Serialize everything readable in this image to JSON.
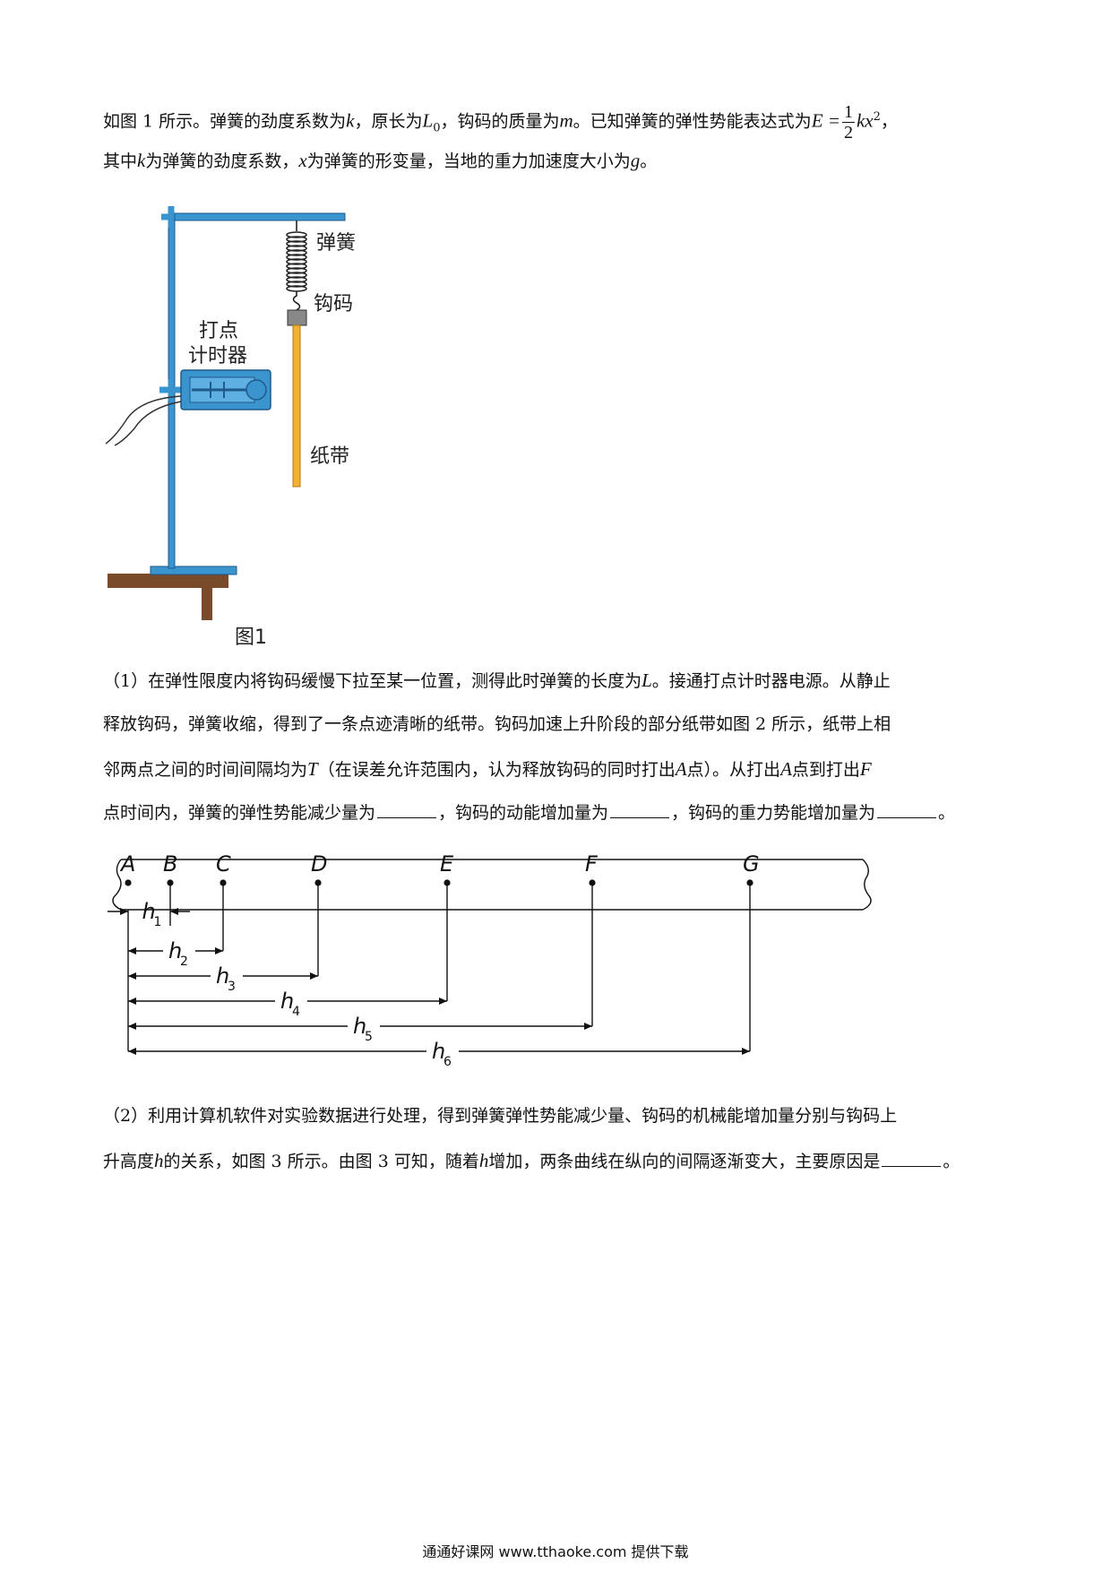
{
  "intro": {
    "l1_a": "如图 1 所示。弹簧的劲度系数为",
    "k": "k",
    "l1_b": "，原长为",
    "L0": "L",
    "L0_sub": "0",
    "l1_c": "，钩码的质量为",
    "m": "m",
    "l1_d": "。已知弹簧的弹性势能表达式为",
    "E_eq": "E =",
    "num": "1",
    "den": "2",
    "kx": "kx",
    "sq": "2",
    "l1_e": "，",
    "l2_a": "其中",
    "l2_b": "为弹簧的劲度系数，",
    "x": "x",
    "l2_c": "为弹簧的形变量，当地的重力加速度大小为",
    "g": "g",
    "l2_d": "。"
  },
  "fig1": {
    "label_spring": "弹簧",
    "label_weight": "钩码",
    "label_timer_1": "打点",
    "label_timer_2": "计时器",
    "label_tape": "纸带",
    "caption": "图1",
    "colors": {
      "blue": "#3a95cf",
      "dark_blue": "#1e5a8c",
      "tape": "#f2b233",
      "wood": "#7a4b2a"
    }
  },
  "q1": {
    "l1_a": "（1）在弹性限度内将钩码缓慢下拉至某一位置，测得此时弹簧的长度为",
    "L": "L",
    "l1_b": "。接通打点计时器电源。从静止",
    "l2": "释放钩码，弹簧收缩，得到了一条点迹清晰的纸带。钩码加速上升阶段的部分纸带如图 2 所示，纸带上相",
    "l3_a": "邻两点之间的时间间隔均为",
    "T": "T",
    "l3_b": "（在误差允许范围内，认为释放钩码的同时打出",
    "A": "A",
    "l3_c": "点）。从打出",
    "l3_d": "点到打出",
    "F": "F",
    "l4_a": "点时间内，弹簧的弹性势能减少量为",
    "l4_b": "，钩码的动能增加量为",
    "l4_c": "，钩码的重力势能增加量为",
    "l4_d": "。"
  },
  "fig2": {
    "points": [
      "A",
      "B",
      "C",
      "D",
      "E",
      "F",
      "G"
    ],
    "h": [
      "h",
      "h",
      "h",
      "h",
      "h",
      "h"
    ],
    "h_sub": [
      "1",
      "2",
      "3",
      "4",
      "5",
      "6"
    ]
  },
  "q2": {
    "l1": "（2）利用计算机软件对实验数据进行处理，得到弹簧弹性势能减少量、钩码的机械能增加量分别与钩码上",
    "l2_a": "升高度",
    "h": "h",
    "l2_b": "的关系，如图 3 所示。由图 3 可知，随着",
    "l2_c": "增加，两条曲线在纵向的间隔逐渐变大，主要原因是",
    "l2_d": "。"
  },
  "footer": {
    "text": "通通好课网  www.tthaoke.com  提供下载"
  }
}
